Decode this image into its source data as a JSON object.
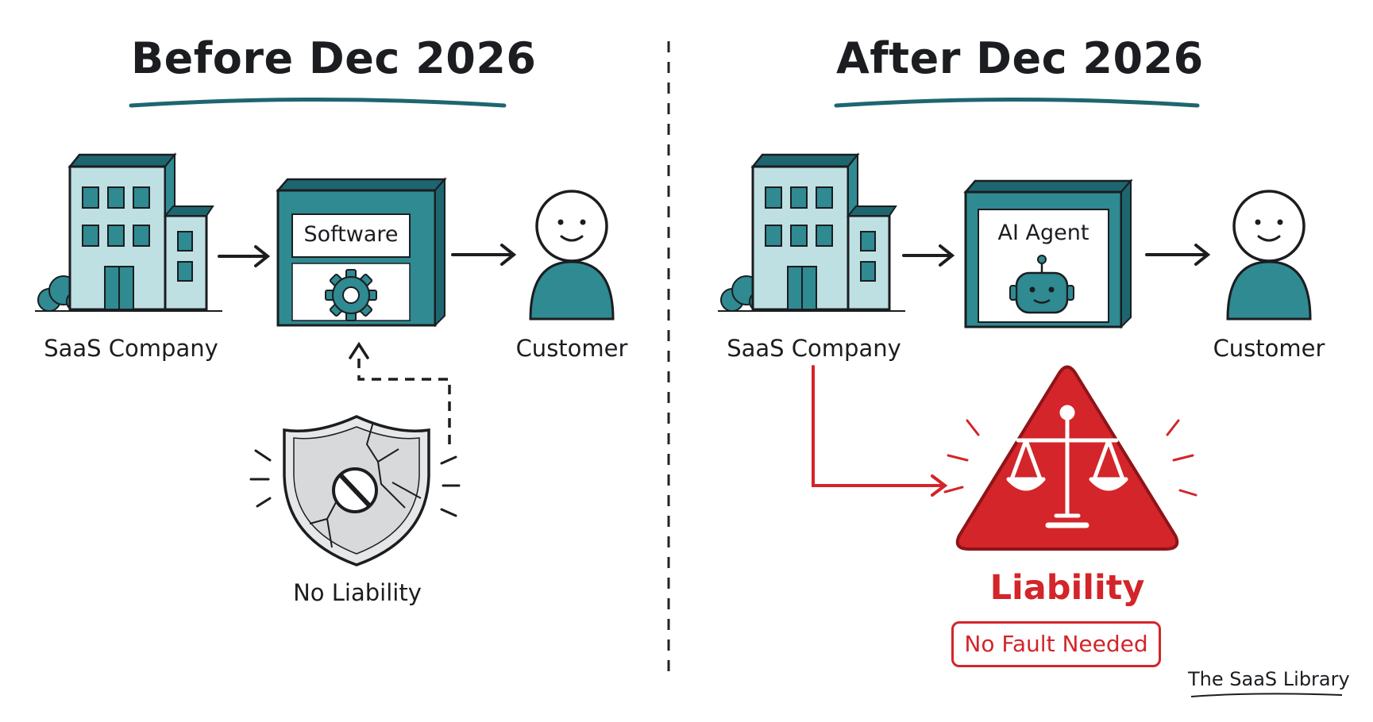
{
  "left_panel": {
    "title": "Before Dec 2026",
    "company_label": "SaaS Company",
    "box_label": "Software",
    "customer_label": "Customer",
    "shield_label": "No Liability",
    "box_icon": "gear-icon",
    "shield_icon": "cracked-shield-icon"
  },
  "right_panel": {
    "title": "After Dec 2026",
    "company_label": "SaaS Company",
    "box_label": "AI Agent",
    "customer_label": "Customer",
    "warning_label": "Liability",
    "warning_badge": "No Fault Needed",
    "box_icon": "robot-icon",
    "warning_icon": "scales-of-justice-icon"
  },
  "footer": {
    "brand": "The SaaS Library"
  },
  "colors": {
    "teal": "#2f8a92",
    "teal_dark": "#1d6670",
    "teal_light": "#bfe0e3",
    "red": "#d3252a",
    "ink": "#1b1d20"
  }
}
